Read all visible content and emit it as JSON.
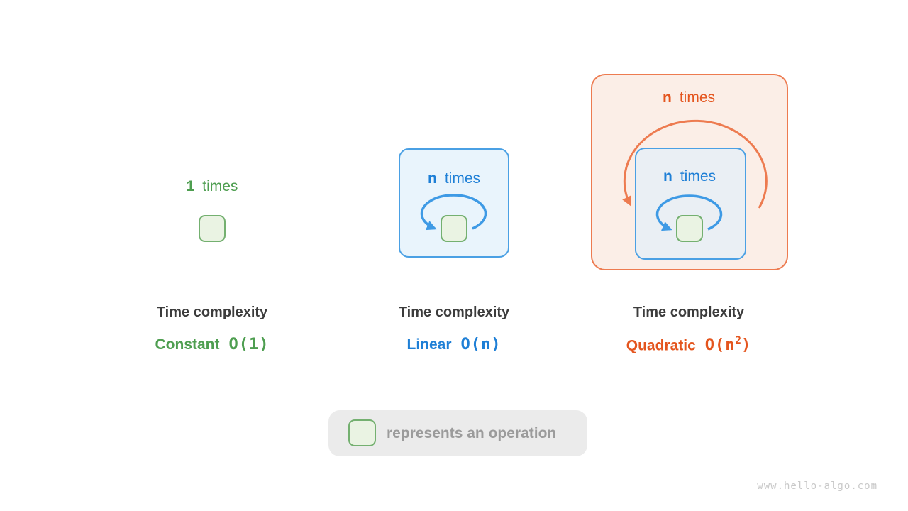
{
  "colors": {
    "green_text": "#4E9E50",
    "green_box_border": "#74B070",
    "green_box_fill": "#EAF3E3",
    "blue_text": "#1E7FD6",
    "blue_border": "#4AA0E4",
    "blue_loop": "#3E9AE5",
    "panel_linear_fill": "#E9F4FC",
    "panel_quadratic_fill": "#FBEEE7",
    "panel_quadratic_inner_fill": "#EAEFF4",
    "orange_text": "#E4551E",
    "orange_border": "#ED7B50",
    "caption_text": "#3C3C3C",
    "legend_bg": "#EBEBEB",
    "legend_text": "#9B9B9B",
    "watermark_text": "#C9C9C9"
  },
  "panels": {
    "constant": {
      "loop_count": "1",
      "loop_word": "times",
      "caption": "Time complexity",
      "name": "Constant",
      "big_o": "O(1)"
    },
    "linear": {
      "loop_count": "n",
      "loop_word": "times",
      "caption": "Time complexity",
      "name": "Linear",
      "big_o": "O(n)"
    },
    "quadratic": {
      "outer_loop_count": "n",
      "outer_loop_word": "times",
      "inner_loop_count": "n",
      "inner_loop_word": "times",
      "caption": "Time complexity",
      "name": "Quadratic",
      "big_o_pre": "O(n",
      "big_o_sup": "2",
      "big_o_post": ")"
    }
  },
  "legend": {
    "text": "represents an operation"
  },
  "watermark": "www.hello-algo.com"
}
